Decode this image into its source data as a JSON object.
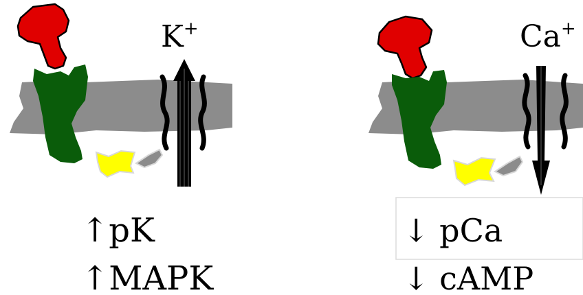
{
  "left_panel": {
    "ion_label": "K",
    "ion_charge": "+",
    "effect_1": "↑pK",
    "effect_2": "↑MAPK"
  },
  "right_panel": {
    "ion_label": "Ca",
    "ion_charge": "+",
    "effect_1": "↓ pCa",
    "effect_2": "↓ cAMP"
  },
  "colors": {
    "membrane": "#8c8c8c",
    "ligand": "#e00000",
    "receptor": "#0a5c0a",
    "g_protein": "#ffff00",
    "effector_fragment": "#8c8c8c",
    "channel": "#000000",
    "arrow": "#000000"
  }
}
